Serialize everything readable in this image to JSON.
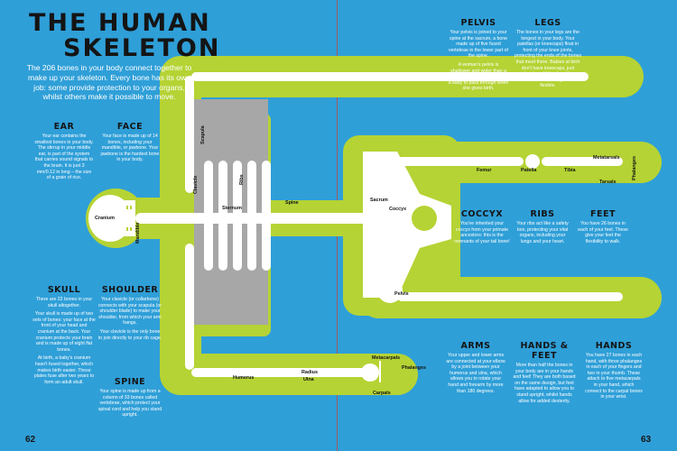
{
  "title": [
    "THE HUMAN",
    "SKELETON"
  ],
  "intro": "The 206 bones in your body connect together to make up your skeleton. Every bone has its own job: some provide protection to your organs, whilst others make it possible to move.",
  "sections": {
    "ear": {
      "heading": "EAR",
      "body": [
        "Your ear contains the smallest bones in your body. The stirrup in your middle ear, is part of the system that carries sound signals to the brain. It is just 3 mm/0.12 in long – the size of a grain of rice."
      ]
    },
    "face": {
      "heading": "FACE",
      "body": [
        "Your face is made up of 14 bones, including your mandible, or jawbone. Your jawbone is the hardest bone in your body."
      ]
    },
    "skull": {
      "heading": "SKULL",
      "body": [
        "There are 22 bones in your skull altogether.",
        "Your skull is made up of two sets of bones: your face at the front of your head and cranium at the back. Your cranium protects your brain and is made up of eight flat bones.",
        "At birth, a baby's cranium hasn't fused together, which makes birth easier. These plates fuse after two years to form an adult skull."
      ]
    },
    "shoulder": {
      "heading": "SHOULDER",
      "body": [
        "Your clavicle (or collarbone) connects with your scapula (or shoulder blade) to make your shoulder, from which your arm hangs.",
        "Your clavicle is the only bone to join directly to your rib cage."
      ]
    },
    "spine": {
      "heading": "SPINE",
      "body": [
        "Your spine is made up from a column of 33 bones called vertebrae, which protect your spinal cord and help you stand upright."
      ]
    },
    "pelvis": {
      "heading": "PELVIS",
      "body": [
        "Your pelvis is joined to your spine at the sacrum, a bone made up of five fused vertebrae in the lower part of the spine.",
        "A woman's pelvis is shallower and wider than a man's, making it possible for a baby to pass through when she gives birth."
      ]
    },
    "legs": {
      "heading": "LEGS",
      "body": [
        "The bones in your legs are the longest in your body. Your patellas (or kneecaps) float in front of your knee joints, protecting the ends of the bones that meet there. Babies at birth don't have kneecaps, just undeveloped bits of cartilage, which make their legs more flexible."
      ]
    },
    "coccyx": {
      "heading": "COCCYX",
      "body": [
        "You've inherited your coccyx from your primate ancestors: this is the remnants of your tail bone!"
      ]
    },
    "ribs": {
      "heading": "RIBS",
      "body": [
        "Your ribs act like a safety box, protecting your vital organs, including your lungs and your heart."
      ]
    },
    "feet": {
      "heading": "FEET",
      "body": [
        "You have 26 bones in each of your feet. These give your feet the flexibility to walk."
      ]
    },
    "arms": {
      "heading": "ARMS",
      "body": [
        "Your upper and lower arms are connected at your elbow by a joint between your humerus and ulna, which allows you to rotate your hand and forearm by more than 180 degrees."
      ]
    },
    "hands_feet": {
      "heading": "HANDS & FEET",
      "body": [
        "More than half the bones in your body are in your hands and feet! They are both based on the same design, but feet have adapted to allow you to stand upright, whilst hands allow for added dexterity."
      ]
    },
    "hands": {
      "heading": "HANDS",
      "body": [
        "You have 27 bones in each hand, with three phalanges in each of your fingers and two in your thumb. These attach to five metacarpals in your hand, which connect to the carpal bones in your wrist."
      ]
    }
  },
  "bone_labels": {
    "cranium": "Cranium",
    "mandible": "Mandible",
    "scapula": "Scapula",
    "clavicle": "Clavicle",
    "ribs": "Ribs",
    "sternum": "Sternum",
    "spine": "Spine",
    "sacrum": "Sacrum",
    "coccyx": "Coccyx",
    "pelvis": "Pelvis",
    "femur": "Femur",
    "patella": "Patella",
    "tibia": "Tibia",
    "metatarsals": "Metatarsals",
    "phalanges_foot": "Phalanges",
    "tarsals": "Tarsals",
    "humerus": "Humerus",
    "radius": "Radius",
    "ulna": "Ulna",
    "metacarpals": "Metacarpals",
    "phalanges_hand": "Phalanges",
    "carpals": "Carpals"
  },
  "page_numbers": {
    "left": "62",
    "right": "63"
  },
  "colors": {
    "background": "#2f9fd8",
    "body_fill": "#b5d334",
    "bone": "#ffffff",
    "shoulder_panel": "#a7a7a7",
    "heading": "#141414"
  }
}
